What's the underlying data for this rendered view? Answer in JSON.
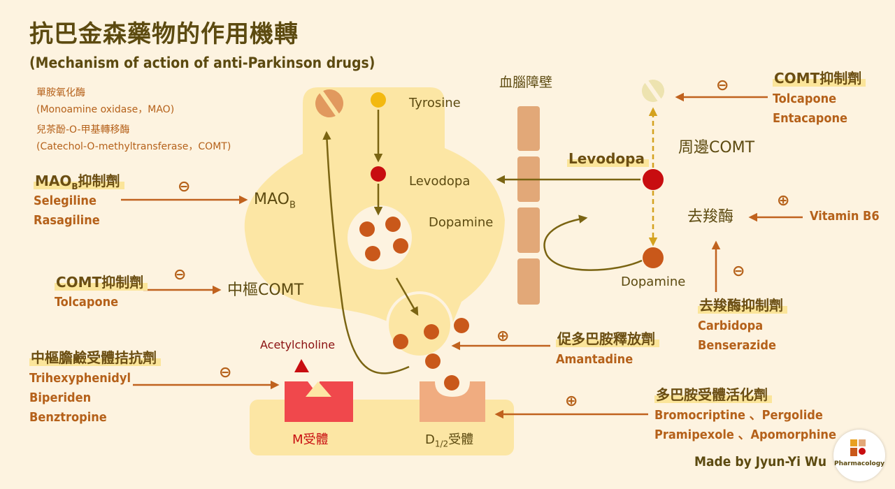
{
  "title": "抗巴金森藥物的作用機轉",
  "subtitle": "(Mechanism of action of anti-Parkinson drugs)",
  "definitions": {
    "mao_zh": "單胺氧化酶",
    "mao_en": "(Monoamine oxidase，MAO)",
    "comt_zh": "兒茶酚-O-甲基轉移酶",
    "comt_en": "(Catechol-O-methyltransferase，COMT)"
  },
  "drug_groups": {
    "maob": {
      "head_pre": "MAO",
      "head_sub": "B",
      "head_post": "抑制劑",
      "drugs": [
        "Selegiline",
        "Rasagiline"
      ]
    },
    "comt_central": {
      "head": "COMT抑制劑",
      "drugs": [
        "Tolcapone"
      ]
    },
    "anticholinergic": {
      "head": "中樞膽鹼受體拮抗劑",
      "drugs": [
        "Trihexyphenidyl",
        "Biperiden",
        "Benztropine"
      ]
    },
    "comt_peripheral": {
      "head": "COMT抑制劑",
      "drugs": [
        "Tolcapone",
        "Entacapone"
      ]
    },
    "decarboxylase_inhibitor": {
      "head": "去羧酶抑制劑",
      "drugs": [
        "Carbidopa",
        "Benserazide"
      ]
    },
    "releaser": {
      "head": "促多巴胺釋放劑",
      "drugs": [
        "Amantadine"
      ]
    },
    "agonist": {
      "head": "多巴胺受體活化劑",
      "drugs": [
        "Bromocriptine 、Pergolide",
        "Pramipexole 、Apomorphine"
      ]
    }
  },
  "labels": {
    "tyrosine": "Tyrosine",
    "levodopa_central": "Levodopa",
    "dopamine_central": "Dopamine",
    "bbb": "血腦障壁",
    "levodopa_peripheral": "Levodopa",
    "peripheral_comt": "周邊COMT",
    "decarboxylase": "去羧酶",
    "vitamin_b6": "Vitamin B6",
    "dopamine_peripheral": "Dopamine",
    "mao_pre": "MAO",
    "mao_sub": "B",
    "central_comt": "中樞COMT",
    "acetylcholine": "Acetylcholine",
    "m_receptor": "M受體",
    "d_receptor_pre": "D",
    "d_receptor_sub": "1/2",
    "d_receptor_post": "受體"
  },
  "signs": {
    "maob": "⊖",
    "comt_central": "⊖",
    "anticholinergic": "⊖",
    "comt_peripheral": "⊖",
    "decarboxylase_inhibitor": "⊖",
    "vitamin_b6": "⊕",
    "releaser": "⊕",
    "agonist": "⊕"
  },
  "credit": "Made by Jyun-Yi Wu",
  "logo_text": "Pharmacology",
  "colors": {
    "background": "#fdf3e0",
    "neuron": "#fce6a4",
    "arrow_orange": "#c0621e",
    "arrow_olive": "#7a6412",
    "dopamine_dot": "#c9581a",
    "levodopa_dot": "#c80d10",
    "tyrosine_dot": "#f3b910",
    "m_receptor": "#f0484c",
    "d_receptor": "#f0ac80",
    "bbb": "#e2a878"
  }
}
